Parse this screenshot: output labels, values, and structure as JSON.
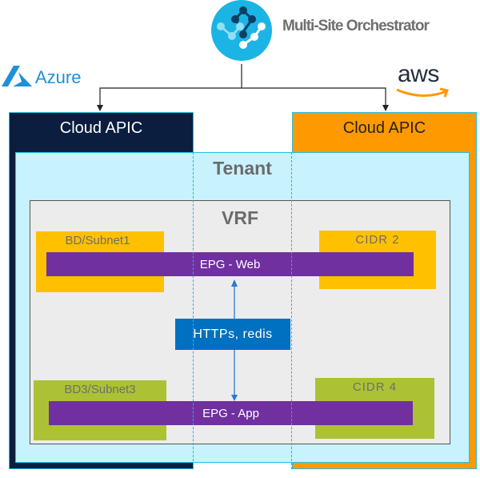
{
  "header": {
    "orchestrator_title": "Multi-Site Orchestrator",
    "orchestrator_icon": "multi-site-orchestrator-logo"
  },
  "providers": {
    "left": {
      "name": "Azure",
      "icon": "azure-logo",
      "color": "#1e90d8"
    },
    "right": {
      "name": "aws",
      "icon": "aws-logo",
      "color": "#232f3e",
      "smile_color": "#ff9900"
    }
  },
  "sites": {
    "left": {
      "label": "Cloud APIC",
      "color": "#0b1e3f"
    },
    "right": {
      "label": "Cloud APIC",
      "color": "#ff9900"
    }
  },
  "tenant": {
    "label": "Tenant",
    "color": "#c8f2fd"
  },
  "vrf": {
    "label": "VRF",
    "color": "#ececec"
  },
  "subnets": {
    "bd1": {
      "label": "BD/Subnet1",
      "color": "#ffc000"
    },
    "cidr2": {
      "label": "CIDR 2",
      "color": "#ffc000"
    },
    "bd3": {
      "label": "BD3/Subnet3",
      "color": "#acc234"
    },
    "cidr4": {
      "label": "CIDR 4",
      "color": "#acc234"
    }
  },
  "epgs": {
    "web": {
      "label": "EPG - Web",
      "color": "#7030a0"
    },
    "app": {
      "label": "EPG - App",
      "color": "#7030a0"
    }
  },
  "contract": {
    "label": "HTTPs, redis",
    "color": "#0070c0"
  }
}
